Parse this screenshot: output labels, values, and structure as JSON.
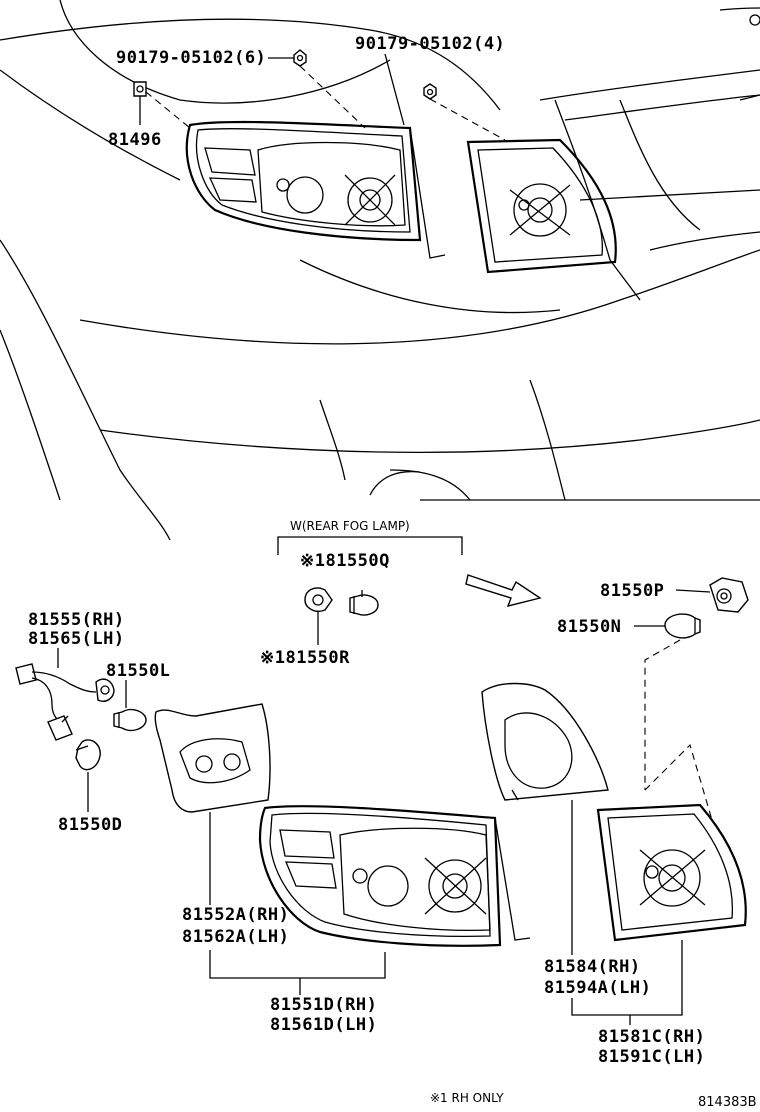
{
  "labels": {
    "nut_left": "90179-05102(6)",
    "nut_right": "90179-05102(4)",
    "gasket_clip": "81496",
    "fog_lamp_header": "W(REAR FOG LAMP)",
    "fog_bulb_top": "※181550Q",
    "fog_socket": "※181550R",
    "socket_rh": "81555(RH)",
    "socket_lh": "81565(LH)",
    "bulb_l": "81550L",
    "bulb_d": "81550D",
    "bulb_p": "81550P",
    "bulb_n": "81550N",
    "gasket_rh": "81552A(RH)",
    "gasket_lh": "81562A(LH)",
    "lamp_rh": "81551D(RH)",
    "lamp_lh": "81561D(LH)",
    "inner_gasket_rh": "81584(RH)",
    "inner_gasket_lh": "81594A(LH)",
    "inner_lamp_rh": "81581C(RH)",
    "inner_lamp_lh": "81591C(LH)",
    "footnote": "※1 RH ONLY",
    "ref": "814383B"
  }
}
